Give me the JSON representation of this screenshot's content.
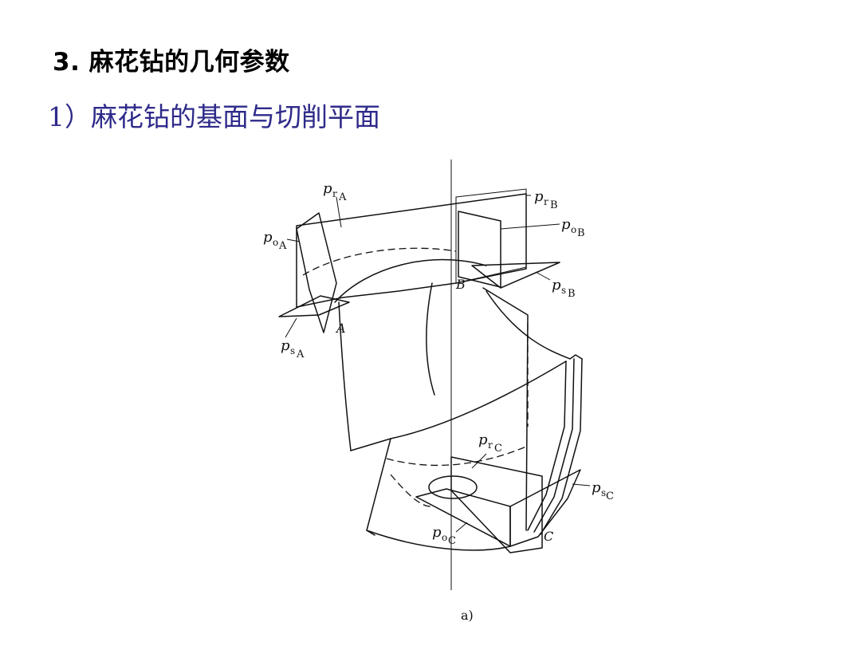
{
  "slide": {
    "title": "3. 麻花钻的几何参数",
    "subtitle": "1）麻花钻的基面与切削平面"
  },
  "figure": {
    "caption": "a)",
    "points": {
      "A": "A",
      "B": "B",
      "C": "C"
    },
    "planes": {
      "prA": {
        "main": "p",
        "sub": "r",
        "subsub": "A"
      },
      "poA": {
        "main": "p",
        "sub": "o",
        "subsub": "A"
      },
      "psA": {
        "main": "p",
        "sub": "s",
        "subsub": "A"
      },
      "prB": {
        "main": "p",
        "sub": "r",
        "subsub": "B"
      },
      "poB": {
        "main": "p",
        "sub": "o",
        "subsub": "B"
      },
      "psB": {
        "main": "p",
        "sub": "s",
        "subsub": "B"
      },
      "prC": {
        "main": "p",
        "sub": "r",
        "subsub": "C"
      },
      "psC": {
        "main": "p",
        "sub": "s",
        "subsub": "C"
      },
      "poC": {
        "main": "p",
        "sub": "o",
        "subsub": "C"
      }
    }
  }
}
